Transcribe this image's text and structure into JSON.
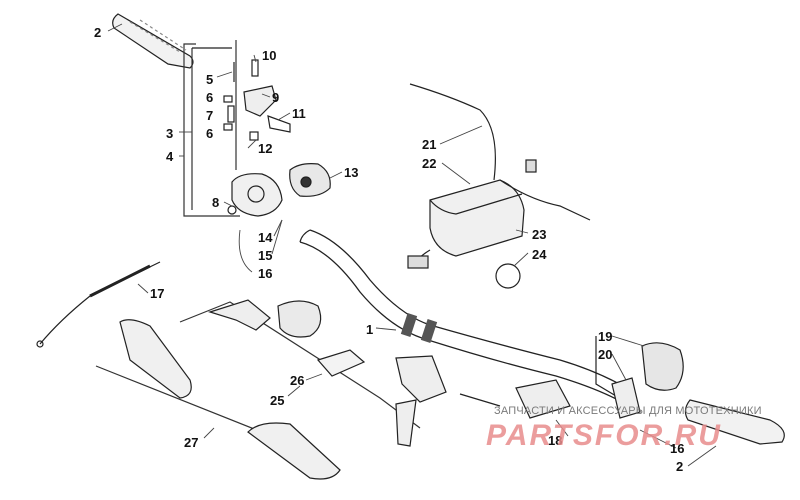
{
  "diagram": {
    "callouts": [
      {
        "id": "c2a",
        "text": "2"
      },
      {
        "id": "c10",
        "text": "10"
      },
      {
        "id": "c5",
        "text": "5"
      },
      {
        "id": "c9",
        "text": "9"
      },
      {
        "id": "c6a",
        "text": "6"
      },
      {
        "id": "c7",
        "text": "7"
      },
      {
        "id": "c11",
        "text": "11"
      },
      {
        "id": "c3",
        "text": "3"
      },
      {
        "id": "c6b",
        "text": "6"
      },
      {
        "id": "c12",
        "text": "12"
      },
      {
        "id": "c4",
        "text": "4"
      },
      {
        "id": "c13",
        "text": "13"
      },
      {
        "id": "c8",
        "text": "8"
      },
      {
        "id": "c14",
        "text": "14"
      },
      {
        "id": "c15",
        "text": "15"
      },
      {
        "id": "c16a",
        "text": "16"
      },
      {
        "id": "c17",
        "text": "17"
      },
      {
        "id": "c21",
        "text": "21"
      },
      {
        "id": "c22",
        "text": "22"
      },
      {
        "id": "c23",
        "text": "23"
      },
      {
        "id": "c24",
        "text": "24"
      },
      {
        "id": "c1",
        "text": "1"
      },
      {
        "id": "c19",
        "text": "19"
      },
      {
        "id": "c20",
        "text": "20"
      },
      {
        "id": "c26",
        "text": "26"
      },
      {
        "id": "c25",
        "text": "25"
      },
      {
        "id": "c27",
        "text": "27"
      },
      {
        "id": "c18",
        "text": "18"
      },
      {
        "id": "c16b",
        "text": "16"
      },
      {
        "id": "c2b",
        "text": "2"
      }
    ]
  },
  "watermark": {
    "tagline": "ЗАПЧАСТИ И АКСЕССУАРЫ ДЛЯ МОТОТЕХНИКИ",
    "logo_text": "PARTSFOR.RU"
  }
}
